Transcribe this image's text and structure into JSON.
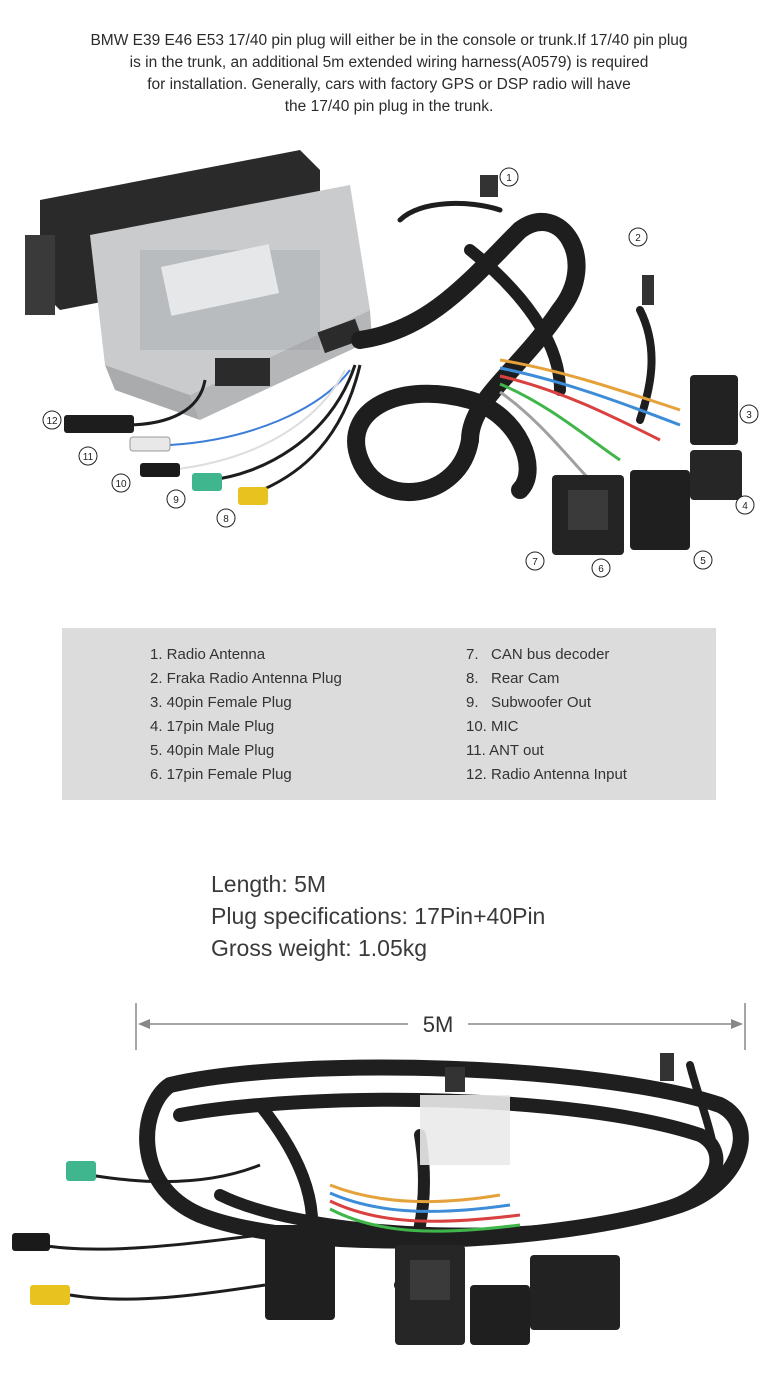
{
  "intro": {
    "lines": [
      "BMW E39 E46 E53 17/40 pin plug will either be in the console or trunk.If 17/40 pin plug",
      "is in the trunk, an additional 5m extended wiring harness(A0579) is required",
      "for installation. Generally, cars with factory GPS or DSP radio will have",
      "the 17/40 pin plug in the trunk."
    ]
  },
  "callouts": [
    "1",
    "2",
    "3",
    "4",
    "5",
    "6",
    "7",
    "8",
    "9",
    "10",
    "11",
    "12"
  ],
  "legend": {
    "left": [
      "1. Radio Antenna",
      "2. Fraka Radio Antenna Plug",
      "3. 40pin Female Plug",
      "4. 17pin Male Plug",
      "5. 40pin Male Plug",
      "6. 17pin Female Plug"
    ],
    "right": [
      "7.   CAN bus decoder",
      "8.   Rear Cam",
      "9.   Subwoofer Out",
      "10. MIC",
      "11. ANT out",
      "12. Radio Antenna Input"
    ]
  },
  "specs": {
    "length": "Length: 5M",
    "plug": "Plug specifications: 17Pin+40Pin",
    "weight": "Gross weight: 1.05kg"
  },
  "dimension_label": "5M",
  "colors": {
    "legend_bg": "#dcdcdc",
    "cable": "#1c1c1c",
    "yellow_rca": "#e8c21e",
    "green_rca": "#3fb68e",
    "head_unit": "#c9cbcd"
  }
}
